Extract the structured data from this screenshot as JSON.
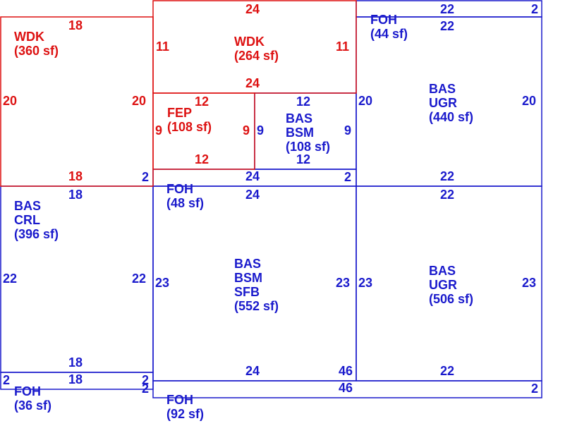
{
  "colors": {
    "blue": "#1a1acc",
    "red": "#dd1111"
  },
  "areas": [
    {
      "id": "wdk-360",
      "color": "red",
      "lines": [
        "WDK",
        "(360 sf)"
      ]
    },
    {
      "id": "wdk-264",
      "color": "red",
      "lines": [
        "WDK",
        "(264 sf)"
      ]
    },
    {
      "id": "fep-108",
      "color": "red",
      "lines": [
        "FEP",
        "(108 sf)"
      ]
    },
    {
      "id": "bas-bsm-108",
      "color": "blue",
      "lines": [
        "BAS",
        "BSM",
        "(108 sf)"
      ]
    },
    {
      "id": "foh-44",
      "color": "blue",
      "lines": [
        "FOH",
        "(44 sf)"
      ]
    },
    {
      "id": "bas-ugr-440",
      "color": "blue",
      "lines": [
        "BAS",
        "UGR",
        "(440 sf)"
      ]
    },
    {
      "id": "foh-48",
      "color": "blue",
      "lines": [
        "FOH",
        "(48 sf)"
      ]
    },
    {
      "id": "bas-crl-396",
      "color": "blue",
      "lines": [
        "BAS",
        "CRL",
        "(396 sf)"
      ]
    },
    {
      "id": "bas-bsm-sfb-552",
      "color": "blue",
      "lines": [
        "BAS",
        "BSM",
        "SFB",
        "(552 sf)"
      ]
    },
    {
      "id": "bas-ugr-506",
      "color": "blue",
      "lines": [
        "BAS",
        "UGR",
        "(506 sf)"
      ]
    },
    {
      "id": "foh-36",
      "color": "blue",
      "lines": [
        "FOH",
        "(36 sf)"
      ]
    },
    {
      "id": "foh-92",
      "color": "blue",
      "lines": [
        "FOH",
        "(92 sf)"
      ]
    }
  ],
  "dimensions": [
    {
      "id": "wdk360-top",
      "color": "red",
      "text": "18"
    },
    {
      "id": "wdk360-left",
      "color": "red",
      "text": "20"
    },
    {
      "id": "wdk360-right",
      "color": "red",
      "text": "20"
    },
    {
      "id": "wdk360-bottom",
      "color": "red",
      "text": "18"
    },
    {
      "id": "wdk264-top",
      "color": "red",
      "text": "24"
    },
    {
      "id": "wdk264-left",
      "color": "red",
      "text": "11"
    },
    {
      "id": "wdk264-right",
      "color": "red",
      "text": "11"
    },
    {
      "id": "wdk264-bottom",
      "color": "red",
      "text": "24"
    },
    {
      "id": "fep-top",
      "color": "red",
      "text": "12"
    },
    {
      "id": "fep-left",
      "color": "red",
      "text": "9"
    },
    {
      "id": "fep-right",
      "color": "red",
      "text": "9"
    },
    {
      "id": "fep-bottom",
      "color": "red",
      "text": "12"
    },
    {
      "id": "bsm108-top",
      "color": "blue",
      "text": "12"
    },
    {
      "id": "bsm108-left",
      "color": "blue",
      "text": "9"
    },
    {
      "id": "bsm108-right",
      "color": "blue",
      "text": "9"
    },
    {
      "id": "bsm108-bottom",
      "color": "blue",
      "text": "12"
    },
    {
      "id": "foh48-top",
      "color": "blue",
      "text": "24"
    },
    {
      "id": "foh48-right",
      "color": "blue",
      "text": "2"
    },
    {
      "id": "foh48-bottom",
      "color": "blue",
      "text": "24"
    },
    {
      "id": "foh44-top",
      "color": "blue",
      "text": "22"
    },
    {
      "id": "foh44-right",
      "color": "blue",
      "text": "2"
    },
    {
      "id": "ugr440-top",
      "color": "blue",
      "text": "22"
    },
    {
      "id": "ugr440-left",
      "color": "blue",
      "text": "20"
    },
    {
      "id": "ugr440-right",
      "color": "blue",
      "text": "20"
    },
    {
      "id": "ugr440-bottom",
      "color": "blue",
      "text": "22"
    },
    {
      "id": "crl-top",
      "color": "blue",
      "text": "18"
    },
    {
      "id": "crl-left",
      "color": "blue",
      "text": "22"
    },
    {
      "id": "crl-right",
      "color": "blue",
      "text": "22"
    },
    {
      "id": "crl-bottom",
      "color": "blue",
      "text": "18"
    },
    {
      "id": "wdkfoh-corner",
      "color": "blue",
      "text": "2"
    },
    {
      "id": "sfb-left",
      "color": "blue",
      "text": "23"
    },
    {
      "id": "sfb-right",
      "color": "blue",
      "text": "23"
    },
    {
      "id": "sfb-bottom",
      "color": "blue",
      "text": "24"
    },
    {
      "id": "sfb-bottom-right",
      "color": "blue",
      "text": "46"
    },
    {
      "id": "ugr506-top",
      "color": "blue",
      "text": "22"
    },
    {
      "id": "ugr506-left",
      "color": "blue",
      "text": "23"
    },
    {
      "id": "ugr506-right",
      "color": "blue",
      "text": "23"
    },
    {
      "id": "ugr506-bottom",
      "color": "blue",
      "text": "22"
    },
    {
      "id": "foh36-top",
      "color": "blue",
      "text": "18"
    },
    {
      "id": "foh36-left",
      "color": "blue",
      "text": "2"
    },
    {
      "id": "foh36-right",
      "color": "blue",
      "text": "2"
    },
    {
      "id": "foh36-right2",
      "color": "blue",
      "text": "2"
    },
    {
      "id": "foh92-top",
      "color": "blue",
      "text": "46"
    },
    {
      "id": "foh92-right",
      "color": "blue",
      "text": "2"
    }
  ]
}
